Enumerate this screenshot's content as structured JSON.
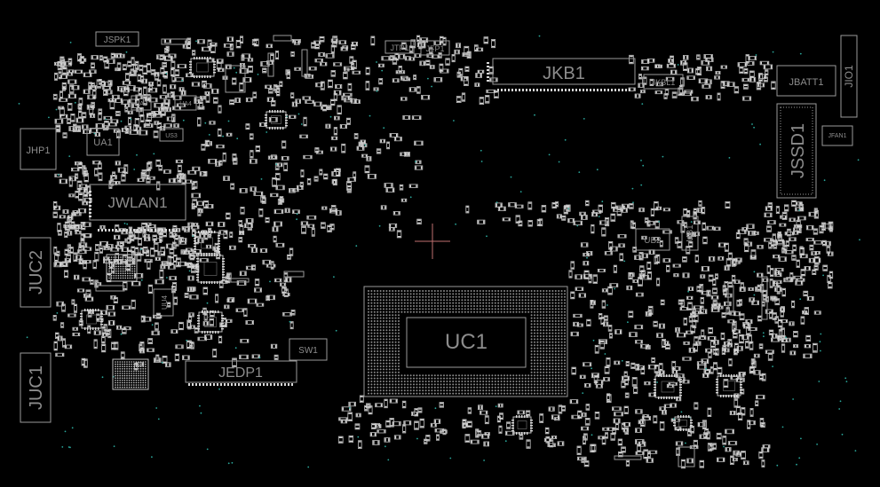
{
  "board": {
    "background": "#000000",
    "outline_color": "#9a9a9a",
    "label_color": "#8c8c8c",
    "pad_color": "#d8d8d8",
    "via_color": "#2aa79b",
    "cursor_color": "#c07070"
  },
  "labels": {
    "jspk1": "JSPK1",
    "jtp1": "JTP1",
    "jfp1": "JFP1",
    "jkb1": "JKB1",
    "jkbl1": "JKBL1",
    "jbatt1": "JBATT1",
    "jio1": "JIO1",
    "jfan1": "JFAN1",
    "jssd1": "JSSD1",
    "jhp1": "JHP1",
    "ua1": "UA1",
    "ua2": "UA2",
    "ua4": "UA4",
    "us3": "US3",
    "jwlan1": "JWLAN1",
    "juc2": "JUC2",
    "juc1": "JUC1",
    "uu4": "UU4",
    "jedp1": "JEDP1",
    "sw1": "SW1",
    "uc1": "UC1",
    "ub2": "UB2",
    "ub1": "UB1"
  }
}
